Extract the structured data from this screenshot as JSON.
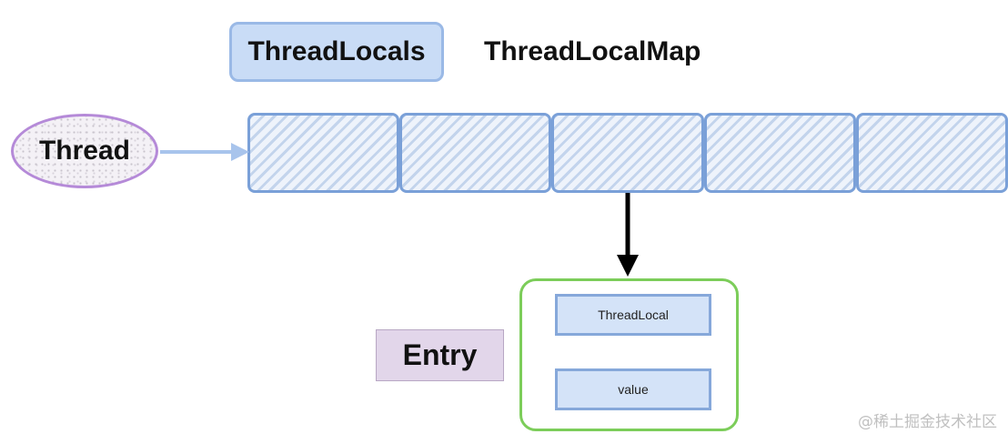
{
  "thread_locals_label": "ThreadLocals",
  "thread_local_map_label": "ThreadLocalMap",
  "thread_label": "Thread",
  "map_cells": [
    {},
    {},
    {},
    {},
    {}
  ],
  "entry_label": "Entry",
  "entry_fields": {
    "key": "ThreadLocal",
    "value": "value"
  },
  "watermark": "@稀土掘金技术社区",
  "colors": {
    "map_cell_border": "#7aa0d8",
    "thread_border": "#b58ad8",
    "entry_border": "#7ccd5a",
    "entry_label_bg": "#e2d6ea",
    "thread_to_map_arrow": "#a8c4ec",
    "map_to_entry_arrow": "#000000"
  }
}
